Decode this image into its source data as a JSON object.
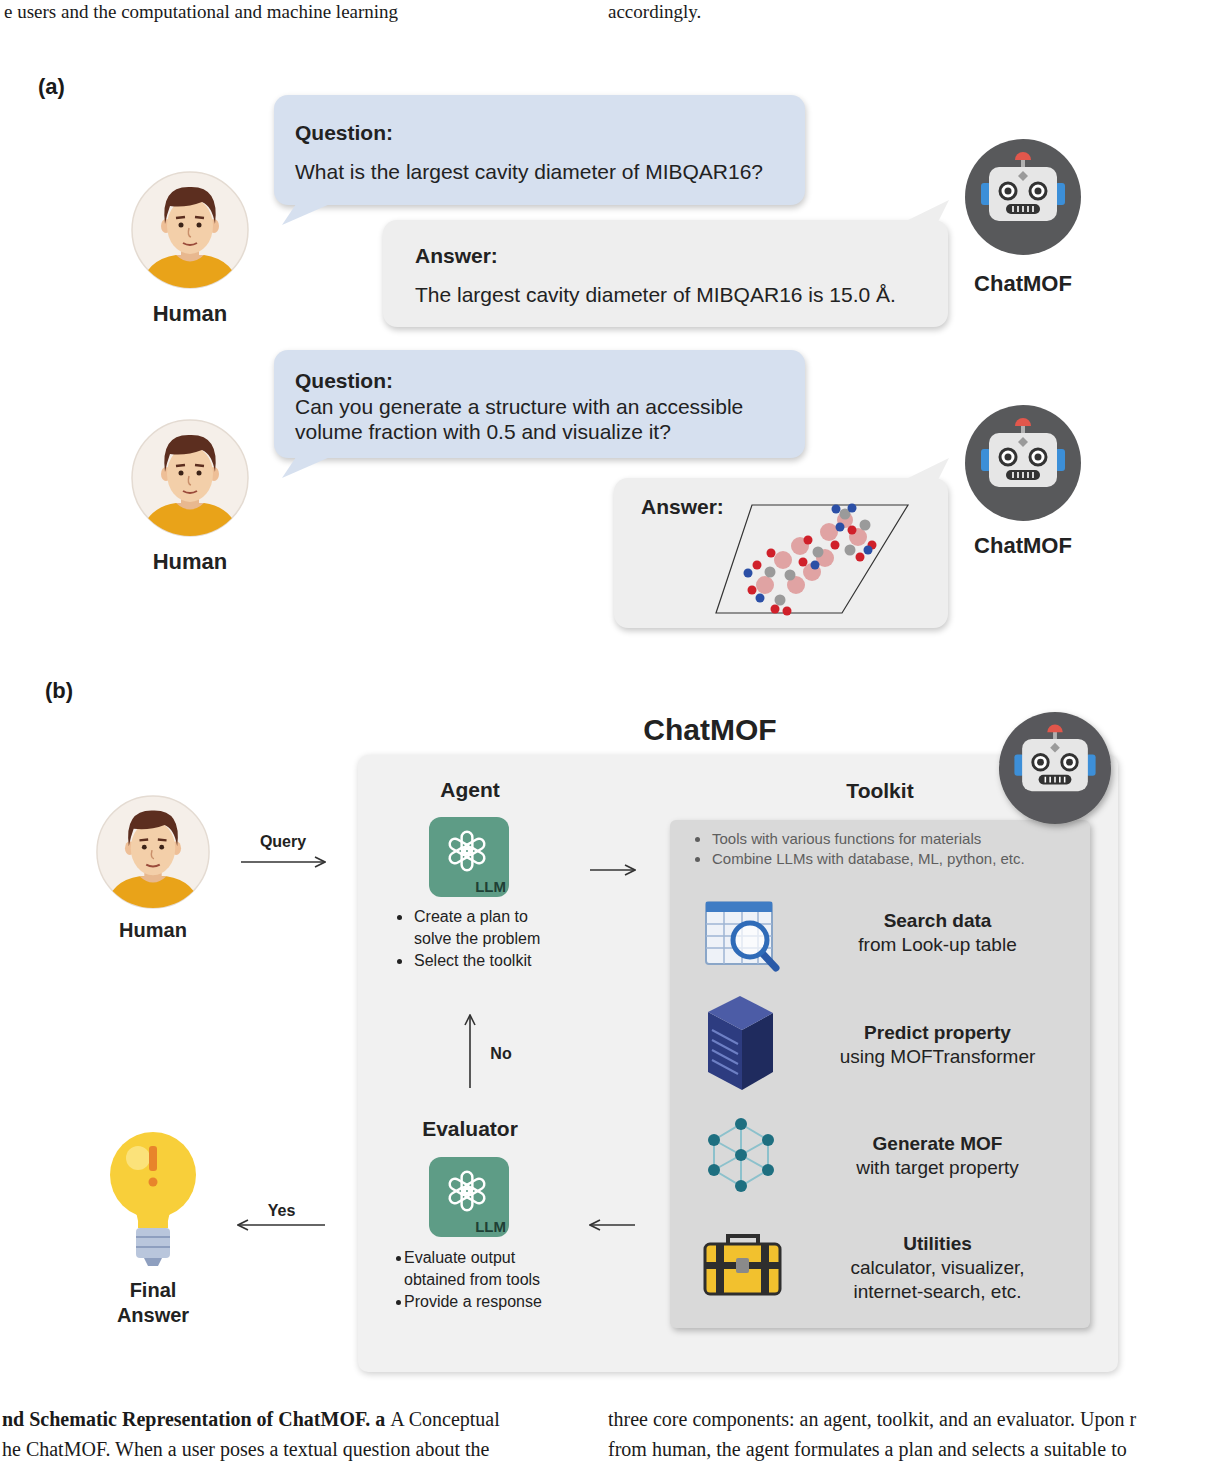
{
  "diagram": {
    "nodes": [
      {
        "text": [
          "Human"
        ]
      },
      {
        "text": [
          "Question:",
          "What is the largest cavity diameter of MIBQAR16?"
        ]
      },
      {
        "text": [
          "ChatMOF"
        ]
      },
      {
        "text": [
          "Answer:",
          "The largest cavity diameter of MIBQAR16 is 15.0 Å."
        ]
      },
      {
        "text": [
          "Human"
        ]
      },
      {
        "text": [
          "Question:",
          "Can you generate a structure with an accessible volume fraction with 0.5 and visualize it?"
        ]
      },
      {
        "text": [
          "ChatMOF"
        ]
      },
      {
        "text": [
          "Answer:"
        ]
      },
      {
        "text": [
          "Human"
        ]
      },
      {
        "text": [
          "ChatMOF"
        ]
      },
      {
        "text": [
          "Agent",
          "Create a plan to solve the problem",
          "Select the toolkit"
        ],
        "in": 9
      },
      {
        "text": [
          "LLM"
        ],
        "in": 10
      },
      {
        "text": [
          "Toolkit",
          "Tools with various functions for materials",
          "Combine LLMs with database, ML, python, etc."
        ],
        "in": 9
      },
      {
        "text": [
          "Search data",
          "from Look-up table"
        ],
        "in": 12
      },
      {
        "text": [
          "Predict property",
          "using MOFTransformer"
        ],
        "in": 12
      },
      {
        "text": [
          "Generate MOF",
          "with target property"
        ],
        "in": 12
      },
      {
        "text": [
          "Utilities",
          "calculator, visualizer, internet-search, etc."
        ],
        "in": 12
      },
      {
        "text": [
          "Evaluator",
          "Evaluate output obtained from tools",
          "Provide a response"
        ],
        "in": 9
      },
      {
        "text": [
          "LLM"
        ],
        "in": 17
      },
      {
        "text": [
          "Final Answer"
        ]
      }
    ],
    "edges": [
      {
        "from": 8,
        "to": 9,
        "arrow": "to",
        "label": "Query"
      },
      {
        "from": 10,
        "to": 12,
        "arrow": "to"
      },
      {
        "from": 12,
        "to": 17,
        "arrow": "to"
      },
      {
        "from": 17,
        "to": 10,
        "arrow": "to",
        "label": "No"
      },
      {
        "from": 17,
        "to": 19,
        "arrow": "to",
        "label": "Yes"
      }
    ],
    "labels": [
      "e users and the computational and machine learning",
      "accordingly.",
      "(a)",
      "(b)",
      "nd Schematic Representation of ChatMOF. a",
      "A Conceptual",
      "he ChatMOF. When a user poses a textual question about the",
      "three core components: an agent, toolkit, and an evaluator. Upon r",
      "from human, the agent formulates a plan and selects a suitable to"
    ]
  }
}
